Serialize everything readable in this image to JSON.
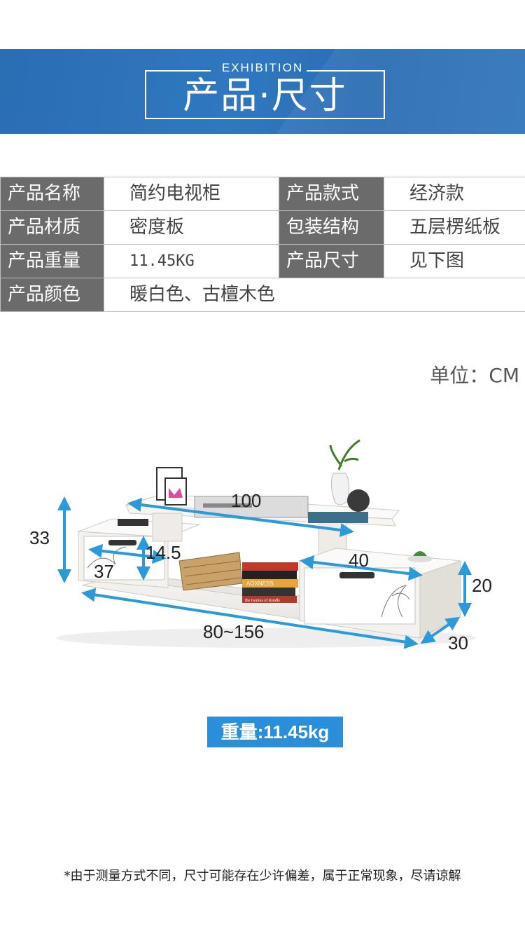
{
  "banner": {
    "subtitle": "EXHIBITION",
    "title": "产品·尺寸",
    "color": "#2f74bb"
  },
  "spec_table": [
    [
      {
        "label": "产品名称",
        "value": "简约电视柜"
      },
      {
        "label": "产品款式",
        "value": "经济款"
      }
    ],
    [
      {
        "label": "产品材质",
        "value": "密度板"
      },
      {
        "label": "包装结构",
        "value": "五层楞纸板"
      }
    ],
    [
      {
        "label": "产品重量",
        "value": "11.45KG"
      },
      {
        "label": "产品尺寸",
        "value": "见下图"
      }
    ],
    [
      {
        "label": "产品颜色",
        "value": "暖白色、古檀木色"
      }
    ]
  ],
  "unit_label": "单位：CM",
  "dimensions": {
    "height_total": "33",
    "top_width": "100",
    "inner_height": "14.5",
    "left_width": "37",
    "right_width": "40",
    "drawer_height": "20",
    "length_range": "80~156",
    "depth": "30",
    "arrow_color": "#2a9ad8"
  },
  "books": {
    "spine_1": "ΛOXNESS",
    "spine_2": "the Genius of Kindle"
  },
  "weight_badge": {
    "label": "重量",
    "value": ":11.45kg",
    "color": "#2a8fd8"
  },
  "footnote": "*由于测量方式不同，尺寸可能存在少许偏差，属于正常现象，尽请谅解"
}
